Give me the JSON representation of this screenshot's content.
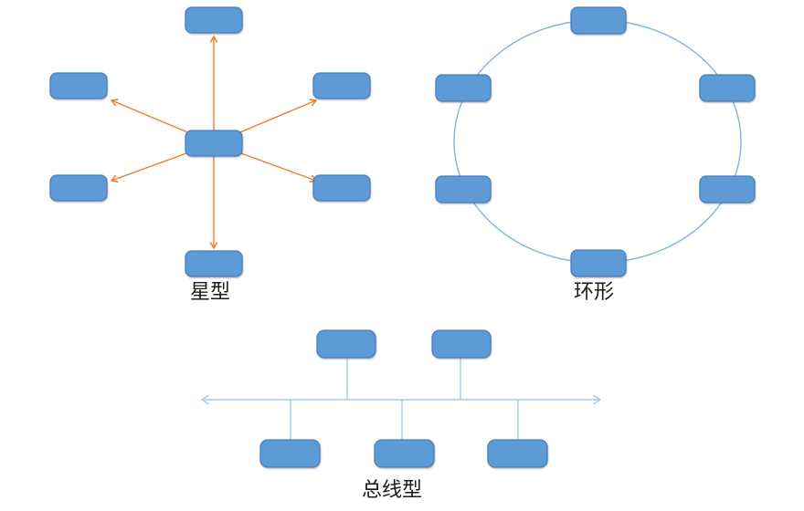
{
  "diagram": {
    "star": {
      "label": "星型",
      "node_count": 7,
      "hub_count": 1,
      "arrow_count": 6
    },
    "ring": {
      "label": "环形",
      "node_count": 6
    },
    "bus": {
      "label": "总线型",
      "node_count": 5,
      "top_node_count": 2,
      "bottom_node_count": 3
    },
    "colors": {
      "node_fill": "#5B9BD5",
      "node_border": "#4A7EBB",
      "star_arrow": "#ED7D31",
      "ring_line": "#85B3DF",
      "bus_line": "#A9CBEA",
      "label_text": "#1A1A1A",
      "background": "#FFFFFF"
    }
  }
}
